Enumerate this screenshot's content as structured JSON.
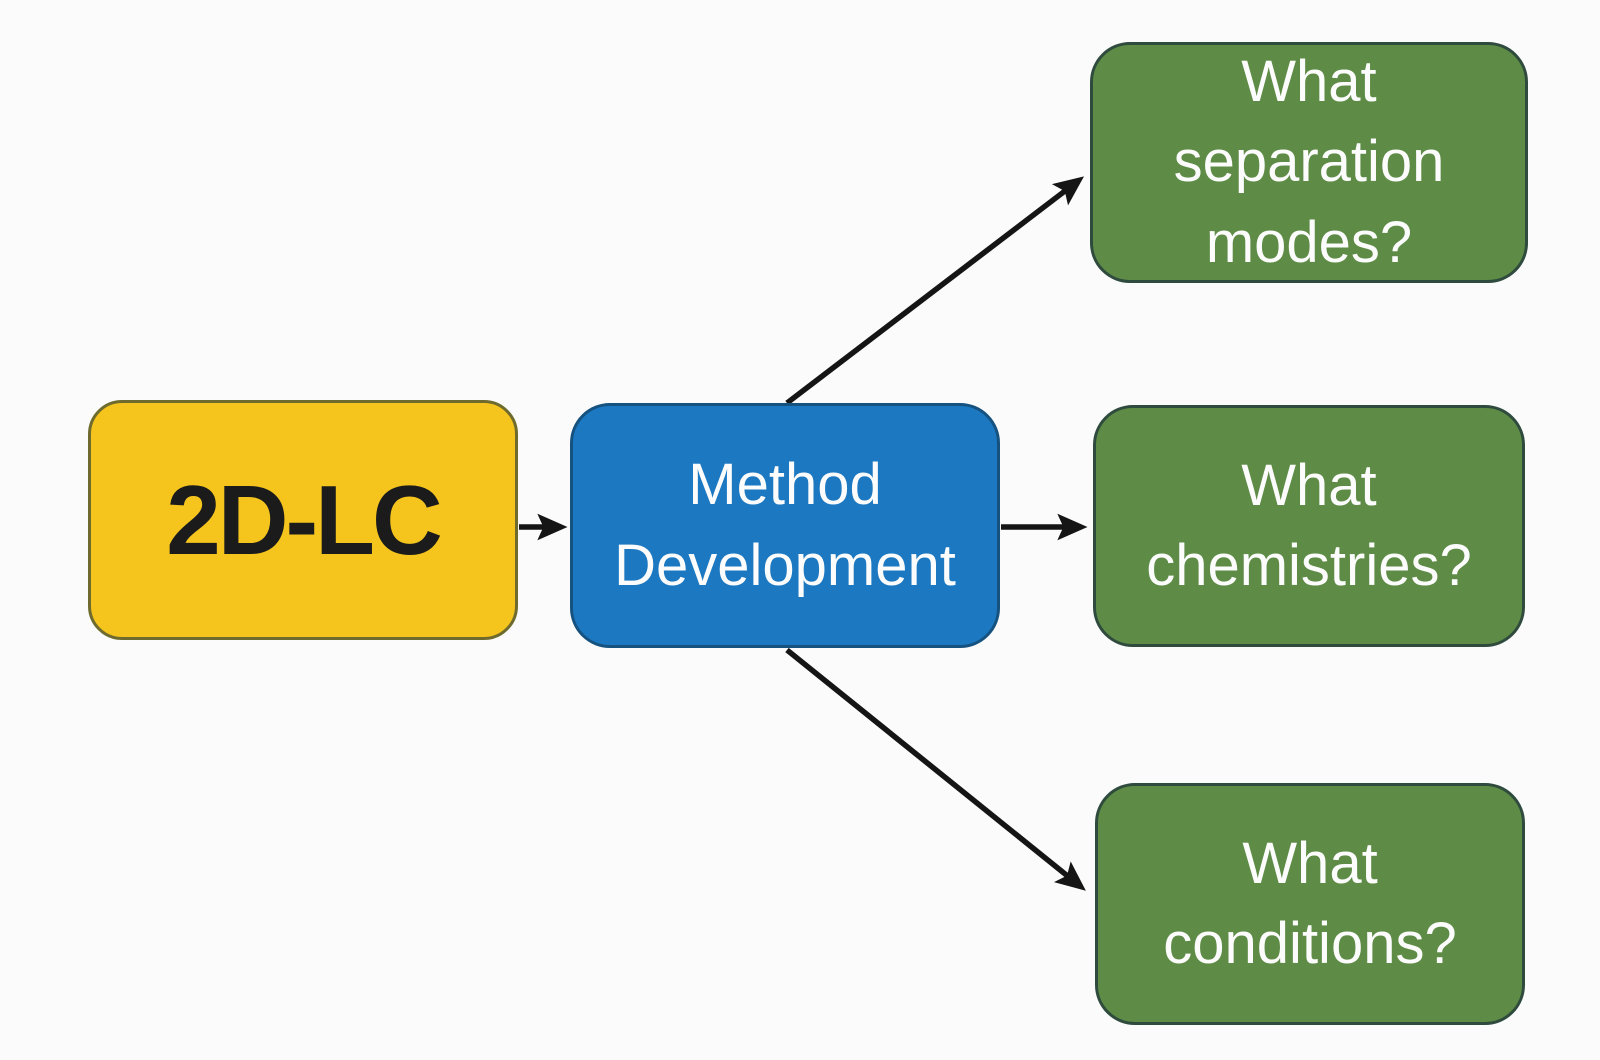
{
  "canvas": {
    "background": "#FBFBFB"
  },
  "connectors": {
    "color": "#151515",
    "arrows": [
      {
        "from": "2D-LC",
        "to": "Method Development"
      },
      {
        "from": "Method Development",
        "to": "What separation modes?"
      },
      {
        "from": "Method Development",
        "to": "What chemistries?"
      },
      {
        "from": "Method Development",
        "to": "What conditions?"
      }
    ]
  },
  "nodes": [
    {
      "id": "2d-lc",
      "label": "2D-LC",
      "fill": "#F6C51D",
      "border": "#6F6B2E",
      "text_color": "#1B1B1B"
    },
    {
      "id": "method-development",
      "label": "Method\nDevelopment",
      "fill": "#1B78C1",
      "border": "#16527F",
      "text_color": "#FCFCFC"
    },
    {
      "id": "what-separation-modes",
      "label": "What\nseparation\nmodes?",
      "fill": "#5E8C46",
      "border": "#2F4B3D",
      "text_color": "#FCFCFC"
    },
    {
      "id": "what-chemistries",
      "label": "What\nchemistries?",
      "fill": "#5E8C46",
      "border": "#2F4B3D",
      "text_color": "#FCFCFC"
    },
    {
      "id": "what-conditions",
      "label": "What\nconditions?",
      "fill": "#5E8C46",
      "border": "#2F4B3D",
      "text_color": "#FCFCFC"
    }
  ]
}
